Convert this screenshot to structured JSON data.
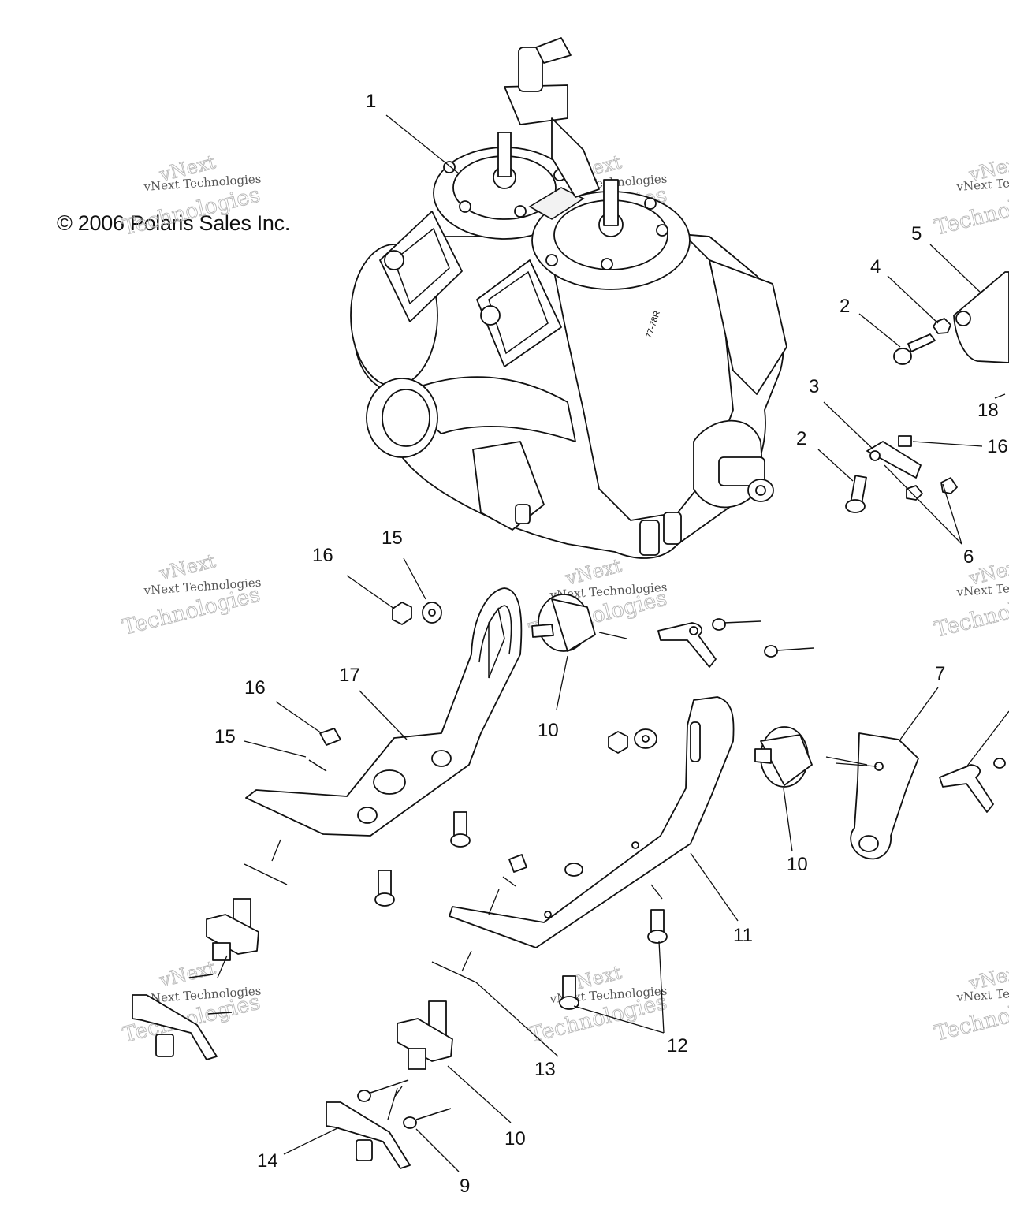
{
  "copyright": "© 2006 Polaris Sales Inc.",
  "watermark": {
    "top_line": "vNext",
    "middle_line": "vNext Technologies",
    "bottom_line": "Technologies"
  },
  "engine_label": "77-78R",
  "callouts": {
    "c1": "1",
    "c2a": "2",
    "c2b": "2",
    "c3": "3",
    "c4": "4",
    "c5": "5",
    "c6": "6",
    "c7": "7",
    "c9": "9",
    "c10a": "10",
    "c10b": "10",
    "c10c": "10",
    "c11": "11",
    "c12": "12",
    "c13": "13",
    "c14": "14",
    "c15a": "15",
    "c15b": "15",
    "c16a": "16",
    "c16b": "16",
    "c16c": "16",
    "c17": "17",
    "c18": "18"
  }
}
